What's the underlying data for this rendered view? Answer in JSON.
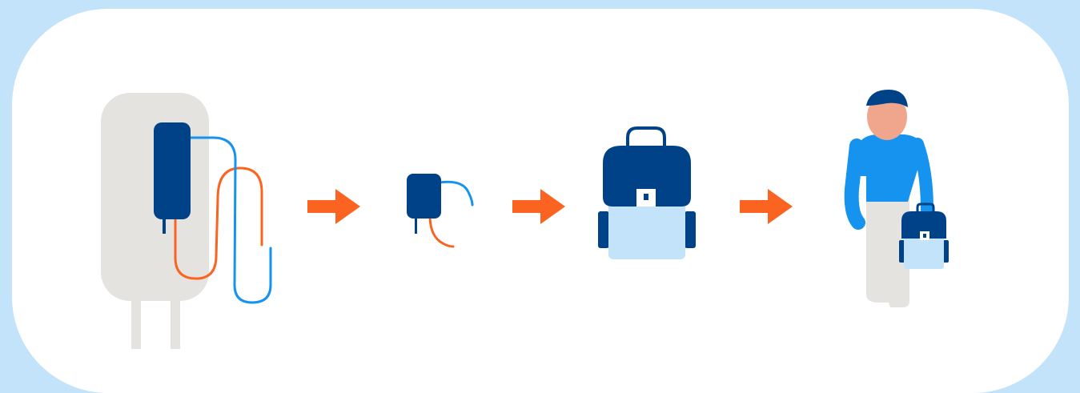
{
  "colors": {
    "page_background": "#c3e3fb",
    "card_background": "#ffffff",
    "dark_blue": "#004287",
    "bright_blue": "#1593ee",
    "light_blue": "#c3e3fb",
    "orange": "#fb6321",
    "light_gray": "#e5e3df",
    "skin": "#f0a68c",
    "white": "#ffffff"
  },
  "steps": [
    {
      "name": "charger-plugged-in",
      "icon": "wall-charger-icon"
    },
    {
      "name": "charger-unplugged",
      "icon": "charger-icon"
    },
    {
      "name": "backpack",
      "icon": "backpack-icon"
    },
    {
      "name": "person-carrying-bag",
      "icon": "person-icon"
    }
  ],
  "connectors": [
    "arrow-right-icon",
    "arrow-right-icon",
    "arrow-right-icon"
  ]
}
